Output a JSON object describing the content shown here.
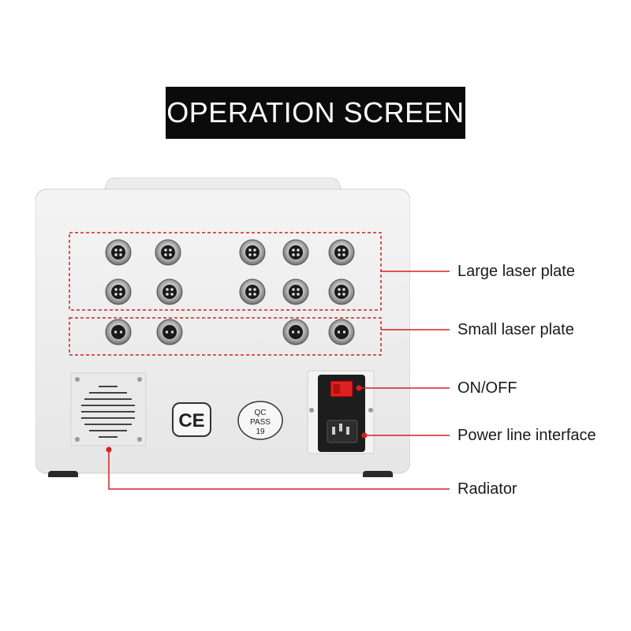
{
  "title": "OPERATION SCREEN",
  "labels": {
    "large_laser_plate": "Large laser plate",
    "small_laser_plate": "Small laser plate",
    "on_off": "ON/OFF",
    "power_line_interface": "Power line interface",
    "radiator": "Radiator"
  },
  "markings": {
    "ce": "CE",
    "qc_line1": "QC",
    "qc_line2": "PASS",
    "qc_line3": "19"
  },
  "colors": {
    "callout": "#d62020",
    "device_body": "#eeeeee",
    "title_bg": "#0b0b0b",
    "switch": "#e02020"
  }
}
